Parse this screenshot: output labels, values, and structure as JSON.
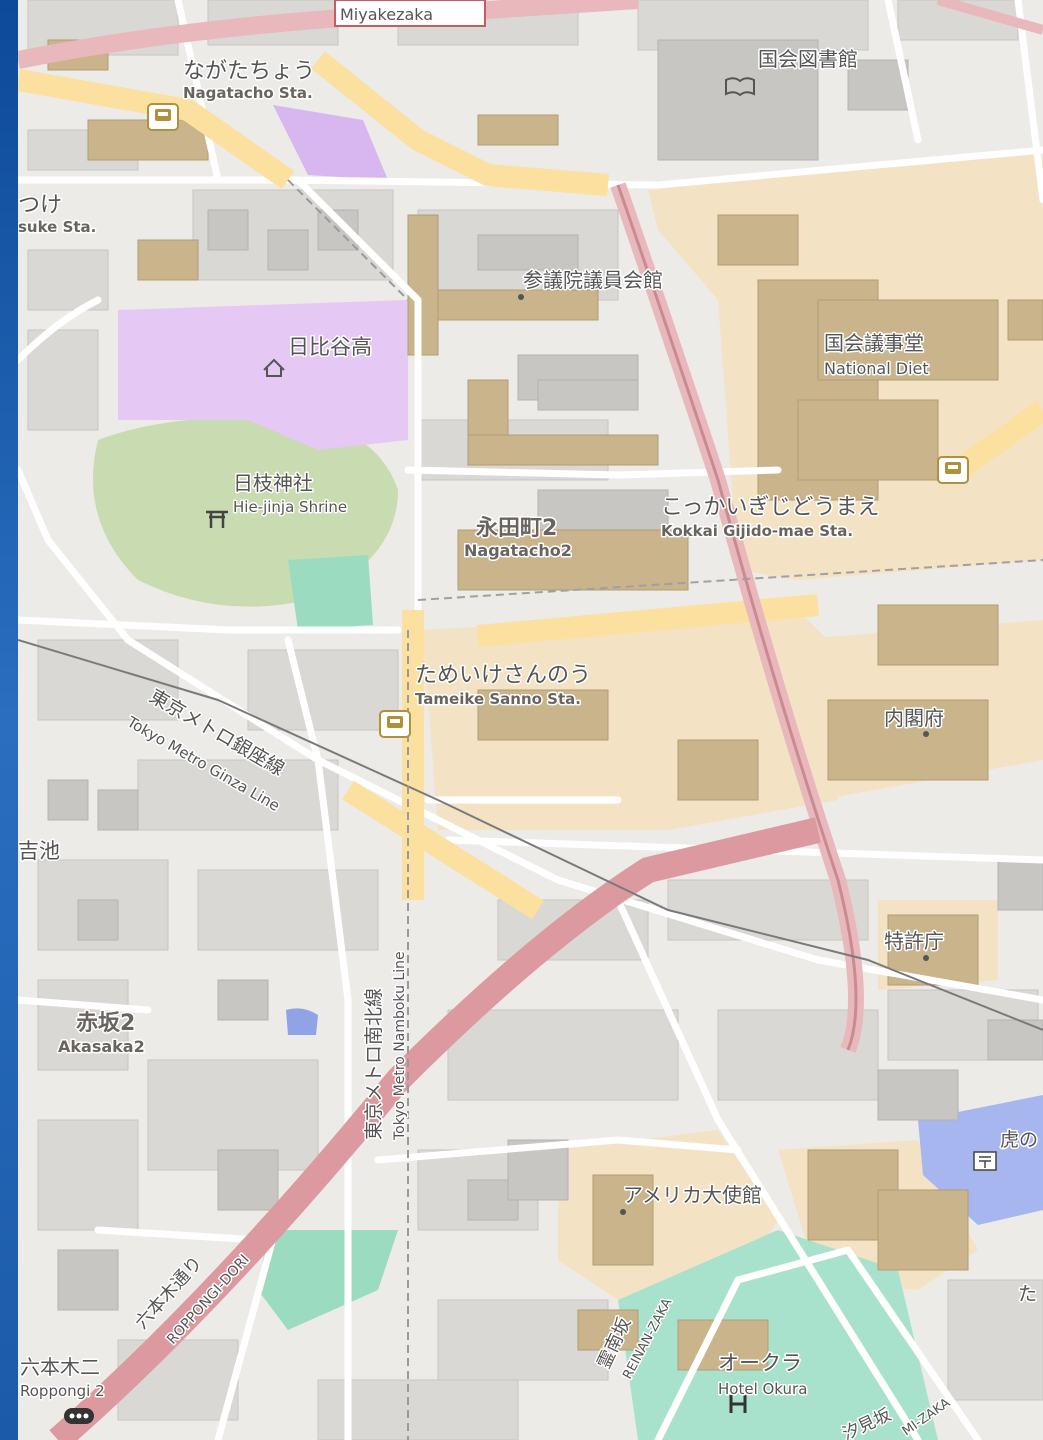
{
  "map": {
    "colors": {
      "background": "#ecebe8",
      "block": "#d9d8d5",
      "building": "#c7c6c3",
      "institution": "#f3e3c4",
      "institution_building": "#c9b48b",
      "park": "#c9dbb0",
      "school": "#e5c8f3",
      "green": "#9bdcc0",
      "water": "#a7b6ee",
      "major_road": "#e8b8bc",
      "major_road_edge": "#c98a90",
      "primary_road": "#fbe0a0",
      "minor_road": "#ffffff",
      "railway": "#7a7a7a"
    },
    "labels": {
      "miyakezaka": "Miyakezaka",
      "nagatacho_jp": "ながたちょう",
      "nagatacho_en": "Nagatacho Sta.",
      "kokkai_library": "国会図書館",
      "akasaka_mitsuke_jp": "つけ",
      "akasaka_mitsuke_en": "suke Sta.",
      "sangiin": "参議院議員会館",
      "hibiya_high": "日比谷高",
      "national_diet_jp": "国会議事堂",
      "national_diet_en": "National Diet",
      "hie_jinja_jp": "日枝神社",
      "hie_jinja_en": "Hie-jinja Shrine",
      "nagatacho2_jp": "永田町2",
      "nagatacho2_en": "Nagatacho2",
      "kokkai_gijidomae_jp": "こっかいぎじどうまえ",
      "kokkai_gijidomae_en": "Kokkai Gijido-mae Sta.",
      "tameike_jp": "ためいけさんのう",
      "tameike_en": "Tameike Sanno Sta.",
      "ginza_line_jp": "東京メトロ銀座線",
      "ginza_line_en": "Tokyo Metro Ginza Line",
      "naikakufu": "内閣府",
      "ike": "吉池",
      "tokkyocho": "特許庁",
      "akasaka2_jp": "赤坂2",
      "akasaka2_en": "Akasaka2",
      "namboku_line_jp": "東京メトロ南北線",
      "namboku_line_en": "Tokyo Metro Namboku Line",
      "tora": "虎の",
      "us_embassy": "アメリカ大使館",
      "roppongi_dori_jp": "六本木通り",
      "roppongi_dori_en": "ROPPONGI-DORI",
      "reinanzaka_jp": "霊南坂",
      "reinanzaka_en": "REINAN-ZAKA",
      "okura_jp": "オークラ",
      "okura_en": "Hotel Okura",
      "roppongi2_jp": "六本木二",
      "roppongi2_en": "Roppongi 2",
      "shiomizaka": "汐見坂",
      "shiomizaka_en": "MI-ZAKA",
      "edge_ta": "た"
    },
    "icons": {
      "station": "station-icon",
      "library": "library-icon",
      "school": "school-icon",
      "shrine": "shrine-icon",
      "post_office": "post-office-icon",
      "hotel": "hotel-icon",
      "bus": "bus-stop-icon",
      "marker": "map-marker"
    }
  }
}
